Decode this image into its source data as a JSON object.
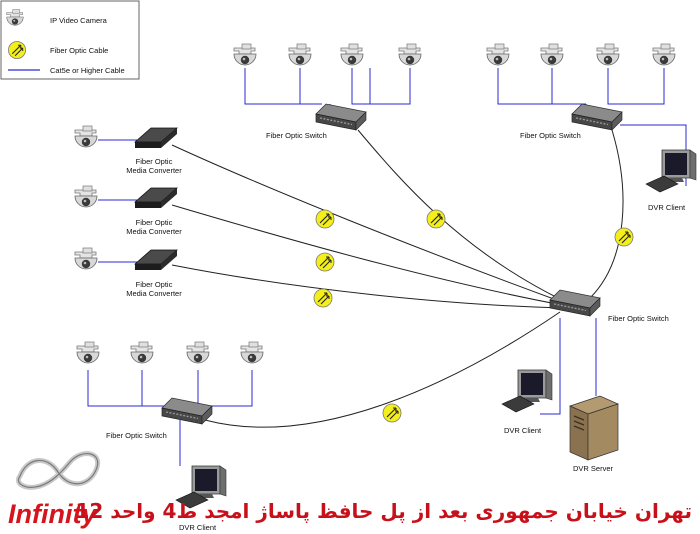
{
  "legend": {
    "camera": "IP Video Camera",
    "fiber": "Fiber Optic Cable",
    "cat5": "Cat5e or Higher Cable"
  },
  "labels": {
    "switch_top_mid": "Fiber Optic Switch",
    "switch_top_right": "Fiber Optic Switch",
    "switch_center": "Fiber Optic Switch",
    "switch_bottom_left": "Fiber Optic Switch",
    "converter_1": [
      "Fiber Optic",
      "Media Converter"
    ],
    "converter_2": [
      "Fiber Optic",
      "Media Converter"
    ],
    "converter_3": [
      "Fiber Optic",
      "Media Converter"
    ],
    "dvr_client_right": "DVR Client",
    "dvr_client_center": "DVR Client",
    "dvr_client_bottom": "DVR Client",
    "dvr_server": "DVR Server"
  },
  "brand": "Infinity",
  "address": "تهران خیابان جمهوری بعد از پل حافظ پاساژ امجد ط4  واحد 12",
  "colors": {
    "cat5": "#2a2ad0",
    "fiber": "#222222",
    "fiber_badge": "#f4ef1a",
    "brand_red": "#d6141c"
  }
}
